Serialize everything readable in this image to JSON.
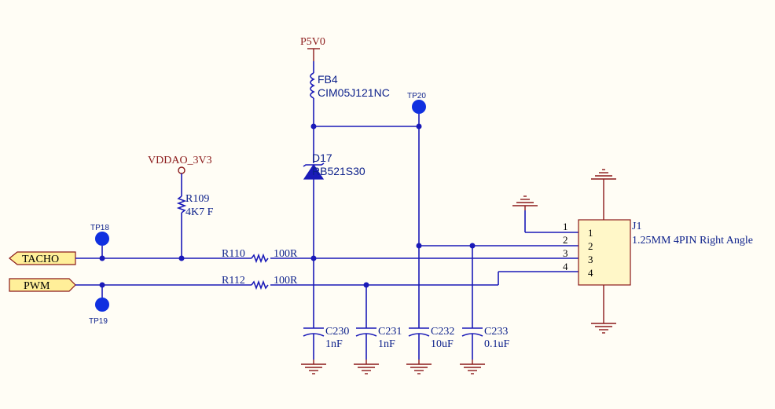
{
  "power": {
    "p5v0": "P5V0",
    "vddao": "VDDAO_3V3"
  },
  "ports": {
    "tacho": "TACHO",
    "pwm": "PWM"
  },
  "testpoints": {
    "tp18": "TP18",
    "tp19": "TP19",
    "tp20": "TP20"
  },
  "components": {
    "fb4": {
      "ref": "FB4",
      "value": "CIM05J121NC"
    },
    "d17": {
      "ref": "D17",
      "value": "RB521S30"
    },
    "r109": {
      "ref": "R109",
      "value": "4K7 F"
    },
    "r110": {
      "ref": "R110",
      "value": "100R"
    },
    "r112": {
      "ref": "R112",
      "value": "100R"
    },
    "c230": {
      "ref": "C230",
      "value": "1nF"
    },
    "c231": {
      "ref": "C231",
      "value": "1nF"
    },
    "c232": {
      "ref": "C232",
      "value": "10uF"
    },
    "c233": {
      "ref": "C233",
      "value": "0.1uF"
    }
  },
  "connector": {
    "ref": "J1",
    "value": "1.25MM 4PIN Right Angle",
    "pins": [
      "1",
      "2",
      "3",
      "4"
    ]
  },
  "colors": {
    "wire": "#1a1ab8",
    "power": "#8b1a1a",
    "port_fill": "#ffef99",
    "background": "#fffdf5"
  }
}
